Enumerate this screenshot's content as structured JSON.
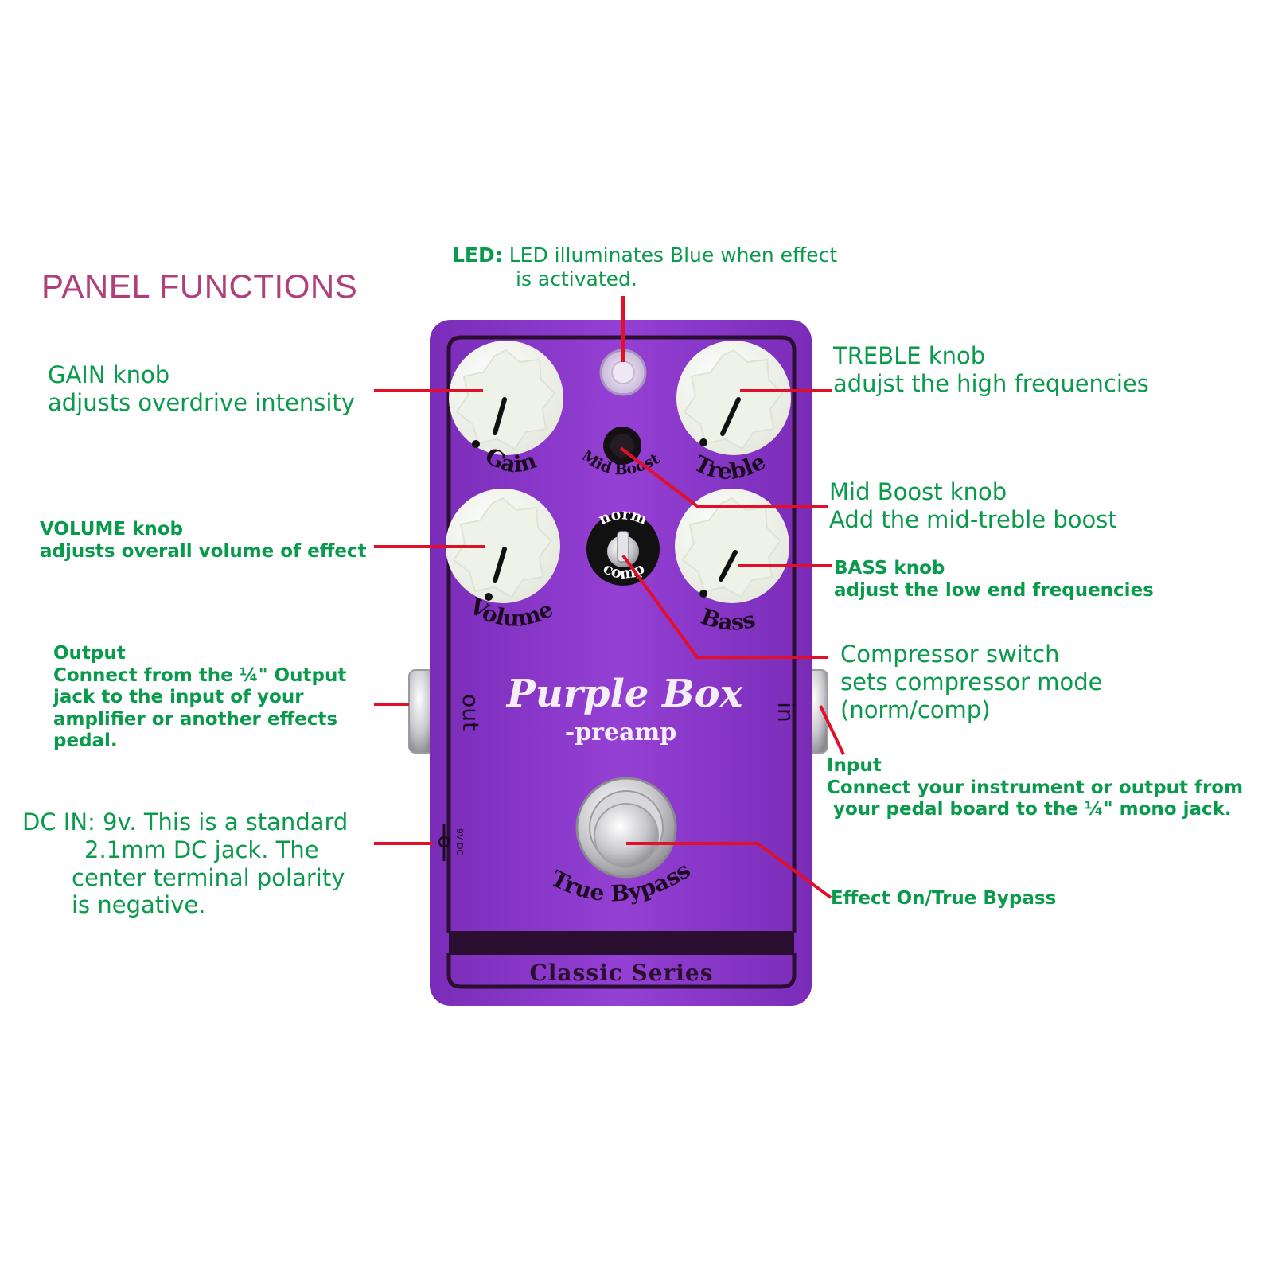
{
  "title": "PANEL FUNCTIONS",
  "led": {
    "label": "LED:",
    "line1": "LED illuminates Blue when effect",
    "line2": "is activated."
  },
  "gain": {
    "line1": "GAIN knob",
    "line2": "adjusts overdrive intensity"
  },
  "treble": {
    "line1": "TREBLE knob",
    "line2": "adujst the high frequencies"
  },
  "mid_boost": {
    "line1": "Mid Boost knob",
    "line2": "Add the mid-treble boost"
  },
  "volume": {
    "line1": "VOLUME knob",
    "line2": "adjusts overall volume of effect"
  },
  "bass": {
    "line1": "BASS knob",
    "line2": "adjust the low end frequencies"
  },
  "output": {
    "heading": "Output",
    "line1": "Connect from the ¼\" Output",
    "line2": "jack to the input of your",
    "line3": "amplifier or another effects",
    "line4": "pedal."
  },
  "compressor": {
    "line1": "Compressor switch",
    "line2": "sets compressor mode",
    "line3": "(norm/comp)"
  },
  "input": {
    "heading": "Input",
    "line1": "Connect your instrument or output from",
    "line2": "your pedal board to the ¼\" mono jack."
  },
  "dc_in": {
    "line1": "DC IN: 9v. This is a standard",
    "line2": "2.1mm DC jack. The",
    "line3": "center terminal polarity",
    "line4": "is negative."
  },
  "footswitch": {
    "label": "Effect On/True Bypass"
  },
  "pedal": {
    "brand": "Purple Box",
    "subtitle": "-preamp",
    "series": "Classic Series",
    "knob_gain": "Gain",
    "knob_treble": "Treble",
    "knob_volume": "Volume",
    "knob_bass": "Bass",
    "mid_boost_label": "Mid Boost",
    "switch_top": "norm",
    "switch_bottom": "comp",
    "jack_out": "out",
    "jack_in": "in",
    "dc_label": "9V DC",
    "footswitch_label": "True Bypass"
  },
  "colors": {
    "title": "#b0407a",
    "label_text": "#0a9a4c",
    "leader_line": "#e0102a",
    "pedal_body": "#8a35c8",
    "knob": "#f3f5ee"
  }
}
